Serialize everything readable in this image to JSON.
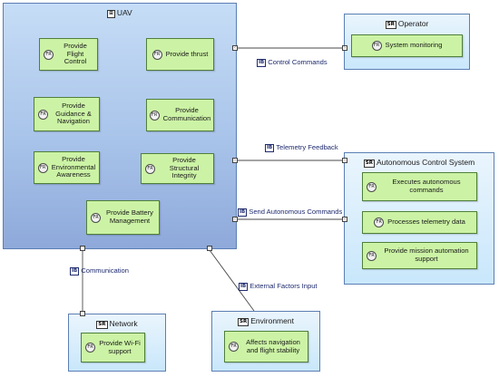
{
  "blocks": {
    "uav": {
      "tag": "⊞",
      "label": "UAV"
    },
    "operator": {
      "tag": "SR",
      "label": "Operator"
    },
    "autonomous": {
      "tag": "SR",
      "label": "Autonomous Control System"
    },
    "network": {
      "tag": "SR",
      "label": "Network"
    },
    "environment": {
      "tag": "SR",
      "label": "Environment"
    }
  },
  "functions": {
    "icon": "FR",
    "uav": [
      "Provide Flight Control",
      "Provide thrust",
      "Provide Guidance & Navigation",
      "Provide Communication",
      "Provide Environmental Awareness",
      "Provide Structural Integrity",
      "Provide Battery Management"
    ],
    "operator": [
      "System monitoring"
    ],
    "autonomous": [
      "Executes autonomous commands",
      "Processes telemetry data",
      "Provide mission automation support"
    ],
    "network": [
      "Provide Wi-Fi support"
    ],
    "environment": [
      "Affects navigation and flight stability"
    ]
  },
  "flows": {
    "tag": "IB",
    "control_commands": "Control Commands",
    "telemetry_feedback": "Telemetry Feedback",
    "send_autonomous_commands": "Send Autonomous Commands",
    "communication": "Communication",
    "external_factors_input": "External Factors Input"
  },
  "colors": {
    "uav_fill_top": "#c6ddf6",
    "uav_fill_bottom": "#8ea9da",
    "external_fill": "#c9e7fb",
    "function_fill": "#ccf3a5",
    "flow_text": "#1f2b6e"
  }
}
